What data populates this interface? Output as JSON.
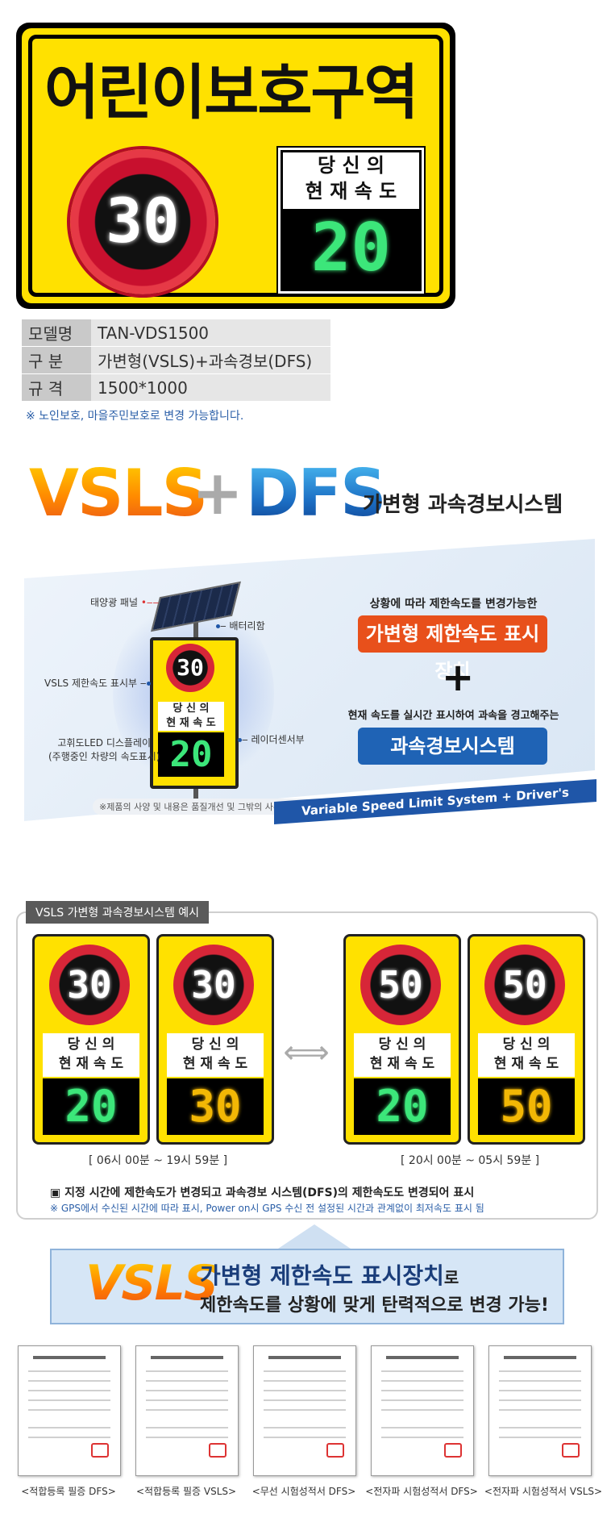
{
  "hero": {
    "title": "어린이보호구역",
    "limit_value": "30",
    "speed_label_line1": "당 신 의",
    "speed_label_line2": "현 재 속 도",
    "speed_value": "20"
  },
  "spec": [
    {
      "key": "모델명",
      "value": "TAN-VDS1500"
    },
    {
      "key": "구  분",
      "value": "가변형(VSLS)+과속경보(DFS)"
    },
    {
      "key": "규  격",
      "value": "1500*1000"
    }
  ],
  "spec_note": "※ 노인보호, 마을주민보호로 변경 가능합니다.",
  "headline": {
    "vsls": "VSLS",
    "plus": "+",
    "dfs": "DFS",
    "sub": "가변형 과속경보시스템"
  },
  "diagram": {
    "callout_solar": "태양광 패널",
    "callout_battery": "배터리함",
    "callout_vsls": "VSLS 제한속도 표시부",
    "callout_led": "고휘도LED 디스플레이",
    "callout_led2": "(주행중인 차량의 속도표시)",
    "callout_radar": "레이더센서부",
    "device_limit": "30",
    "device_label1": "당 신 의",
    "device_label2": "현 재 속 도",
    "device_speed": "20",
    "text_top": "상황에 따라 제한속도를 변경가능한",
    "pill_orange": "가변형 제한속도 표시장치",
    "plus": "+",
    "text_mid": "현재 속도를 실시간 표시하여 과속을 경고해주는",
    "pill_blue": "과속경보시스템",
    "disclaimer": "※제품의 사양 및 내용은 품질개선 및 그밖의 사유로 변경될 수 있습니다.",
    "strip": "Variable Speed Limit System + Driver's Feedback System"
  },
  "example": {
    "tab": "VSLS 가변형 과속경보시스템 예시",
    "signs": [
      {
        "limit": "30",
        "speed": "20",
        "color": "green"
      },
      {
        "limit": "30",
        "speed": "30",
        "color": "yellow"
      },
      {
        "limit": "50",
        "speed": "20",
        "color": "green"
      },
      {
        "limit": "50",
        "speed": "50",
        "color": "yellow"
      }
    ],
    "label1": "당 신 의",
    "label2": "현 재 속 도",
    "period_left": "[ 06시 00분 ~ 19시 59분 ]",
    "period_right": "[ 20시 00분 ~ 05시 59분 ]",
    "note_bold": "▣ 지정 시간에 제한속도가 변경되고 과속경보 시스템(DFS)의 제한속도도 변경되어 표시",
    "note_small": "※ GPS에서 수신된 시간에 따라 표시, Power on시 GPS 수신 전 설정된 시간과 관계없이 최저속도 표시 됨"
  },
  "banner": {
    "vsls": "VSLS",
    "line1_bold": "가변형 제한속도 표시장치",
    "line1_tail": "로",
    "line2": "제한속도를 상황에 맞게 탄력적으로 변경 가능!"
  },
  "docs": [
    "<적합등록 필증 DFS>",
    "<적합등록 필증 VSLS>",
    "<무선 시험성적서 DFS>",
    "<전자파 시험성적서 DFS>",
    "<전자파 시험성적서 VSLS>"
  ]
}
